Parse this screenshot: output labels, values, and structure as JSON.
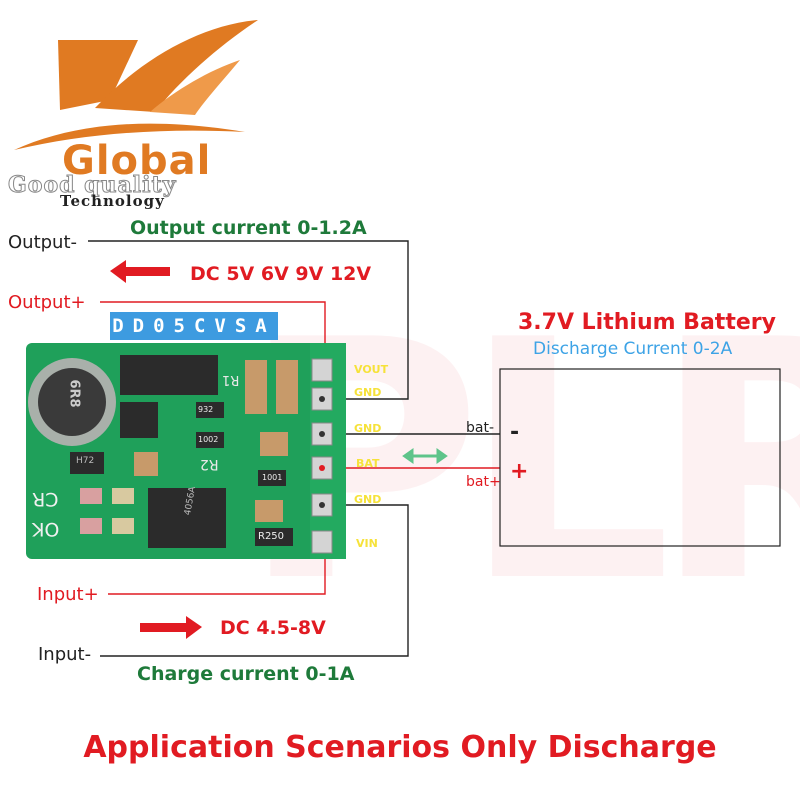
{
  "logo": {
    "brand": "Global",
    "tagline": "Good quality",
    "sub": "Technology"
  },
  "watermark": "PLR",
  "module": {
    "model": "DD05CVSA",
    "pins": [
      "VOUT",
      "GND",
      "GND",
      "BAT",
      "GND",
      "VIN"
    ],
    "silkscreen": {
      "r1": "R1",
      "r2": "R2",
      "cr": "CR",
      "ok": "OK",
      "inductor": "6R8",
      "c1": "932",
      "c2": "1002",
      "c3": "1001",
      "c4": "R250",
      "ic": "4056A",
      "q": "H72"
    }
  },
  "output": {
    "current": "Output current 0-1.2A",
    "voltage": "DC 5V 6V 9V 12V",
    "minus": "Output-",
    "plus": "Output+"
  },
  "input": {
    "plus": "Input+",
    "minus": "Input-",
    "voltage": "DC 4.5-8V",
    "current": "Charge current 0-1A"
  },
  "battery": {
    "title": "3.7V Lithium Battery",
    "subtitle": "Discharge Current 0-2A",
    "neg_label": "bat-",
    "pos_label": "bat+",
    "neg_sign": "-",
    "pos_sign": "+"
  },
  "footer": "Application Scenarios Only Discharge",
  "colors": {
    "brand": "#e07a22",
    "red": "#e11b22",
    "green": "#1e7a3a",
    "blue": "#3d9be0",
    "pcb": "#1fa05a"
  }
}
